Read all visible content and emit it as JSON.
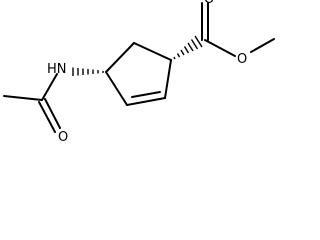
{
  "molecule": {
    "atom_labels": {
      "nh": "HN",
      "o_acetyl": "O",
      "o_carbonyl": "O",
      "o_ester": "O"
    },
    "colors": {
      "bond": "#000000",
      "label": "#000000",
      "background": "#ffffff"
    }
  }
}
